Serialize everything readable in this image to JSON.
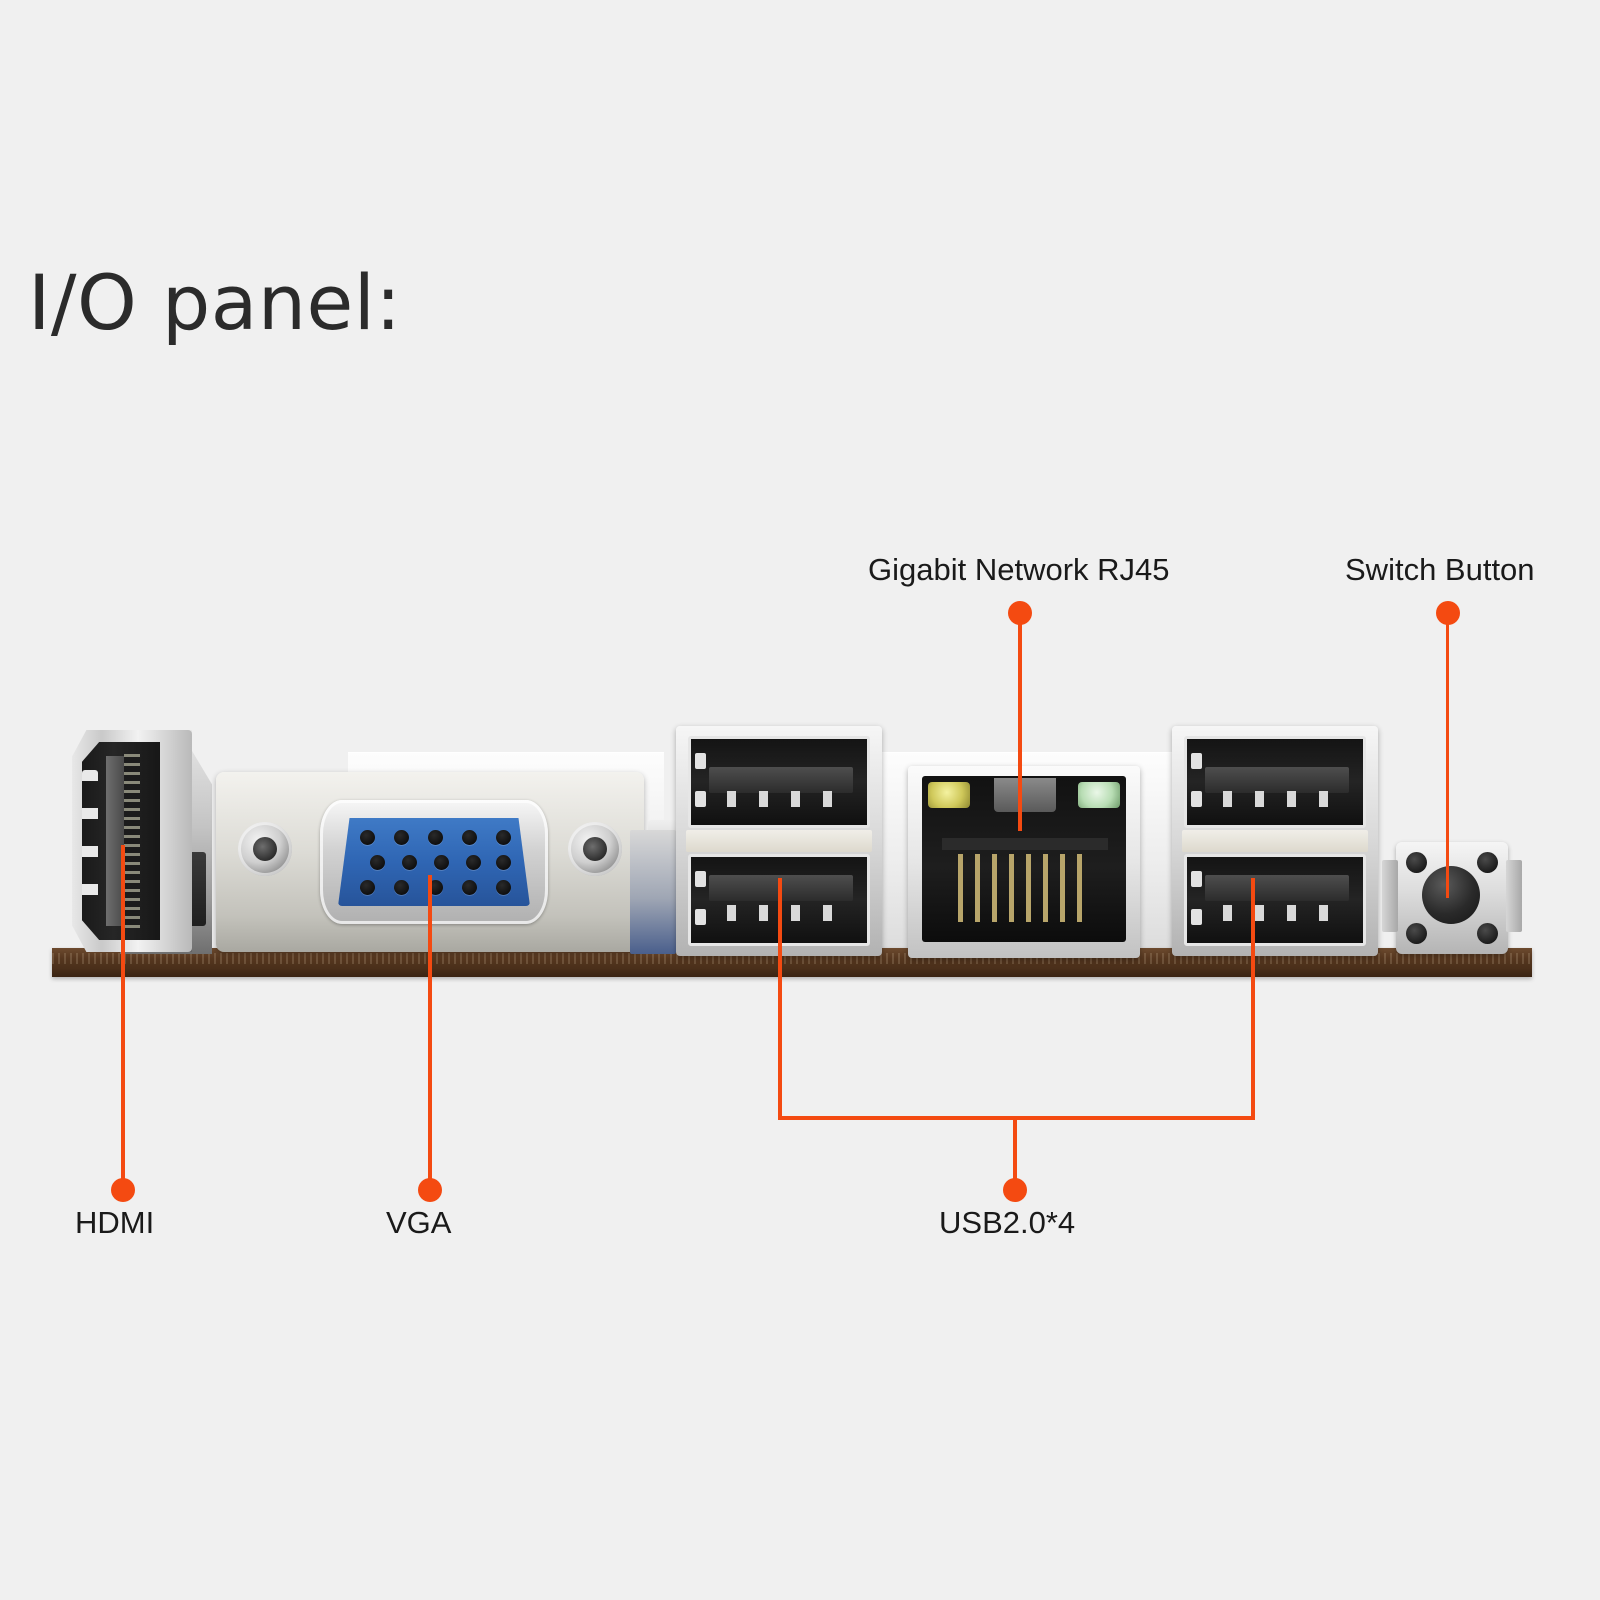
{
  "page": {
    "title": "I/O panel:",
    "background_color": "#f0f0f0",
    "accent_color": "#f44a11",
    "text_color": "#1a1a1a"
  },
  "callouts": [
    {
      "id": "hdmi",
      "label": "HDMI",
      "position": "below"
    },
    {
      "id": "vga",
      "label": "VGA",
      "position": "below"
    },
    {
      "id": "usb",
      "label": "USB2.0*4",
      "position": "below"
    },
    {
      "id": "rj45",
      "label": "Gigabit Network RJ45",
      "position": "above"
    },
    {
      "id": "switch",
      "label": "Switch Button",
      "position": "above"
    }
  ],
  "board": {
    "pcb_color": "#4a2f1a",
    "ports": [
      {
        "name": "HDMI",
        "count": 1
      },
      {
        "name": "VGA",
        "count": 1,
        "pins": 15
      },
      {
        "name": "USB2.0",
        "count": 4
      },
      {
        "name": "RJ45",
        "count": 1,
        "speed": "Gigabit"
      },
      {
        "name": "Switch Button",
        "count": 1
      }
    ],
    "rj45_leds": [
      "amber",
      "green"
    ]
  }
}
